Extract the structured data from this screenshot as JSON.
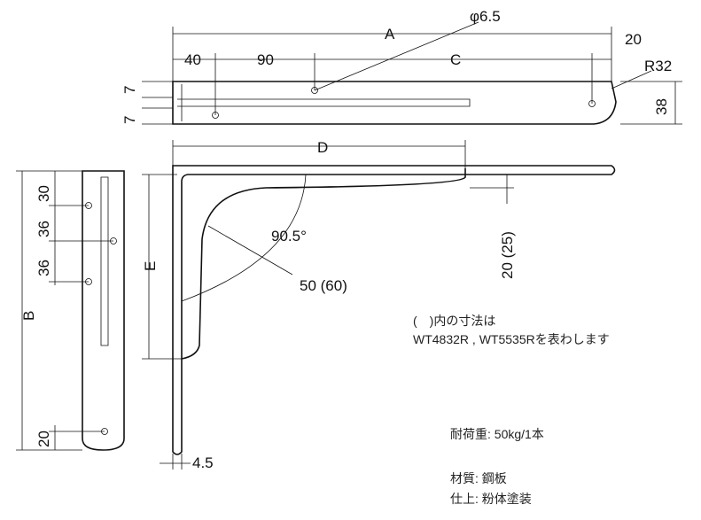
{
  "top_view": {
    "dim_A": "A",
    "dim_hole": "φ6.5",
    "dim_20": "20",
    "dim_40": "40",
    "dim_90": "90",
    "dim_C": "C",
    "dim_R32": "R32",
    "dim_38": "38",
    "dim_7a": "7",
    "dim_7b": "7"
  },
  "side_view": {
    "dim_D": "D",
    "dim_20_25": "20 (25)",
    "dim_angle": "90.5°",
    "dim_50_60": "50 (60)",
    "dim_E": "E",
    "dim_4_5": "4.5"
  },
  "front_view": {
    "dim_B": "B",
    "dim_30": "30",
    "dim_36a": "36",
    "dim_36b": "36",
    "dim_20": "20"
  },
  "notes": {
    "paren_line1": "(　)内の寸法は",
    "paren_line2": "WT4832R , WT5535Rを表わします",
    "load": "耐荷重: 50kg/1本",
    "material": "材質: 鋼板",
    "finish": "仕上: 粉体塗装"
  }
}
